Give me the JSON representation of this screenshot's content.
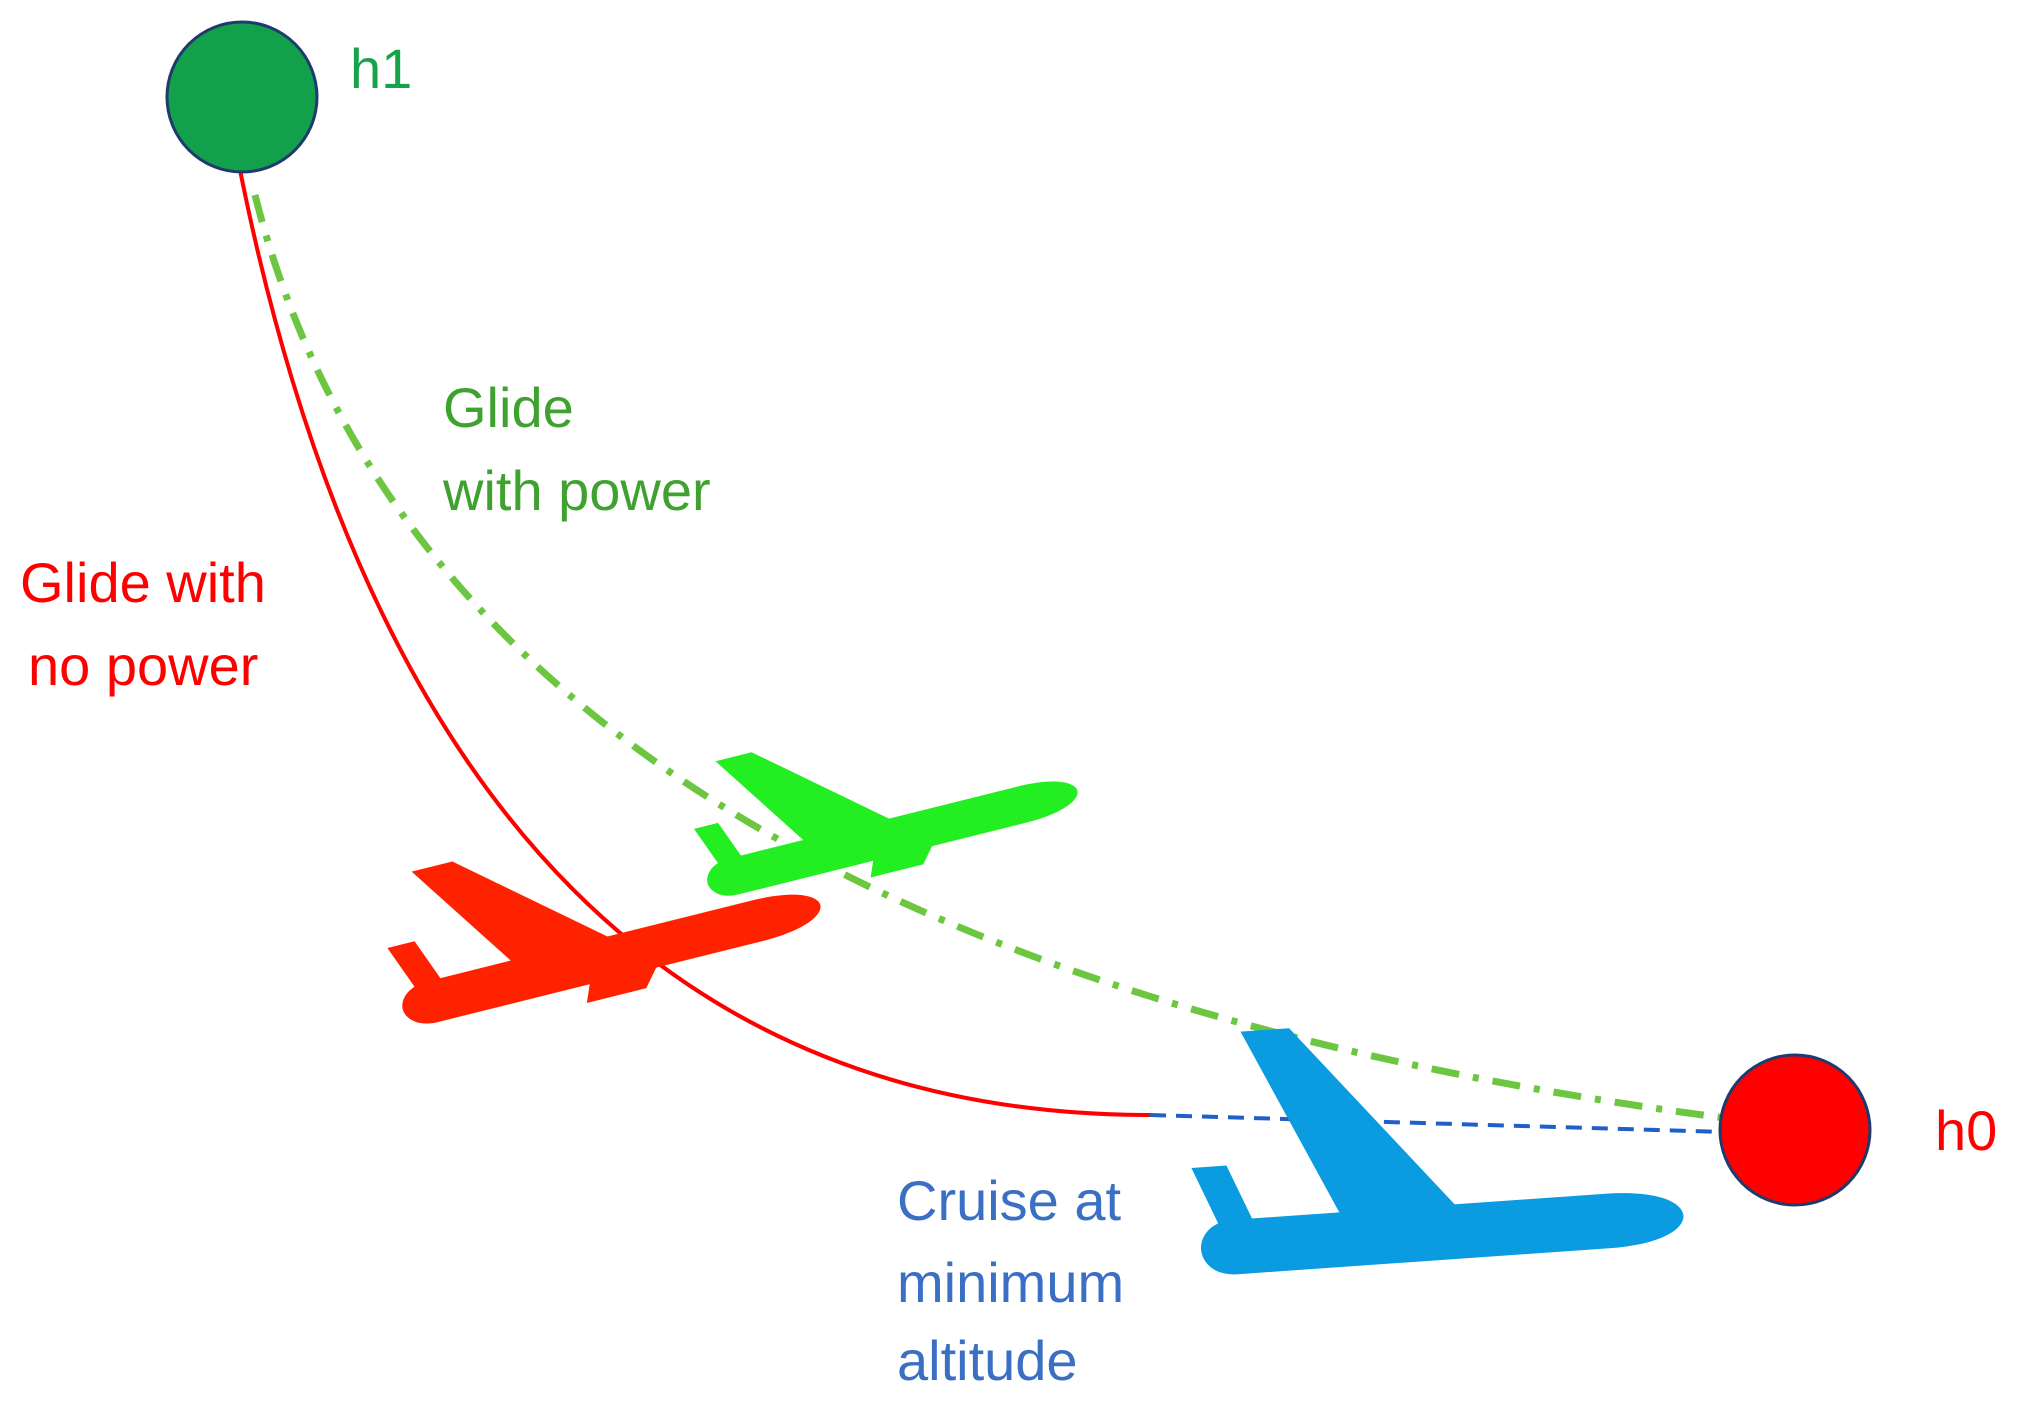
{
  "nodes": {
    "start": {
      "label": "h1",
      "color": "#16a34a"
    },
    "end": {
      "label": "h0",
      "color": "#ff0000"
    }
  },
  "paths": {
    "no_power": {
      "label_lines": [
        "Glide with",
        "no power"
      ],
      "color": "#ff0000",
      "style": "solid"
    },
    "with_power": {
      "label_lines": [
        "Glide",
        "with power"
      ],
      "color": "#6cc640",
      "style": "dash-dot"
    },
    "cruise": {
      "label_lines": [
        "Cruise at",
        "minimum",
        "altitude"
      ],
      "color": "#1f5fc7",
      "style": "dashed"
    }
  },
  "aircraft": [
    {
      "name": "glide-no-power-airplane",
      "color": "#ff2200"
    },
    {
      "name": "glide-with-power-airplane",
      "color": "#22ee22"
    },
    {
      "name": "cruise-airplane",
      "color": "#0a9be0"
    }
  ],
  "colors": {
    "h1_label": "#16a34a",
    "h0_label": "#ff0000",
    "no_power_label": "#ff0000",
    "with_power_label": "#3fa12f",
    "cruise_label": "#3a6fc4",
    "node_outline": "#1e3a6e"
  }
}
